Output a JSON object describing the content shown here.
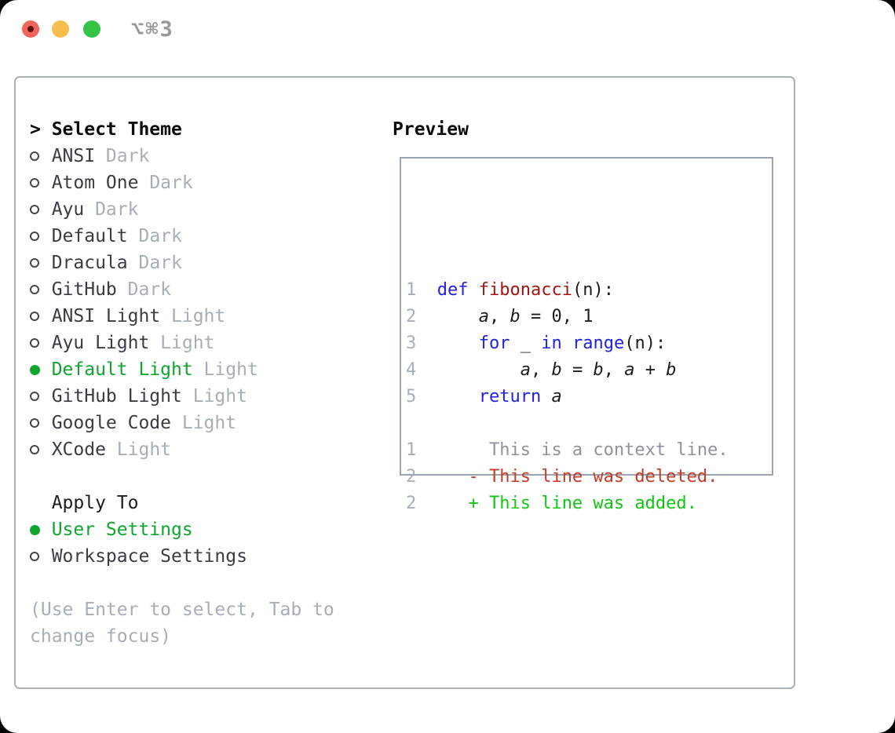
{
  "window": {
    "shortcut": "⌥⌘3",
    "traffic_lights": [
      {
        "name": "close",
        "color": "#f2655c"
      },
      {
        "name": "minimize",
        "color": "#f6be4f"
      },
      {
        "name": "zoom",
        "color": "#33c345"
      }
    ]
  },
  "colors": {
    "panel_border": "#a9b0ba",
    "preview_border": "#9aa3ae",
    "selected_green": "#0fa52e",
    "added_green": "#13c513",
    "deleted_red": "#c43b28",
    "keyword_blue": "#2020e8",
    "function_red": "#a41511",
    "muted_gray": "#a6aeb8",
    "label_dark": "#383d45"
  },
  "theme_list": {
    "prompt": ">",
    "title": "Select Theme",
    "items": [
      {
        "label": "ANSI",
        "badge": "Dark",
        "selected": false
      },
      {
        "label": "Atom One",
        "badge": "Dark",
        "selected": false
      },
      {
        "label": "Ayu",
        "badge": "Dark",
        "selected": false
      },
      {
        "label": "Default",
        "badge": "Dark",
        "selected": false
      },
      {
        "label": "Dracula",
        "badge": "Dark",
        "selected": false
      },
      {
        "label": "GitHub",
        "badge": "Dark",
        "selected": false
      },
      {
        "label": "ANSI Light",
        "badge": "Light",
        "selected": false
      },
      {
        "label": "Ayu Light",
        "badge": "Light",
        "selected": false
      },
      {
        "label": "Default Light",
        "badge": "Light",
        "selected": true
      },
      {
        "label": "GitHub Light",
        "badge": "Light",
        "selected": false
      },
      {
        "label": "Google Code",
        "badge": "Light",
        "selected": false
      },
      {
        "label": "XCode",
        "badge": "Light",
        "selected": false
      }
    ]
  },
  "apply_to": {
    "title": "Apply To",
    "items": [
      {
        "label": "User Settings",
        "selected": true
      },
      {
        "label": "Workspace Settings",
        "selected": false
      }
    ]
  },
  "help": {
    "lines": [
      "(Use Enter to select, Tab to",
      "change focus)"
    ],
    "full_text": "(Use Enter to select, Tab to change focus)"
  },
  "preview": {
    "title": "Preview",
    "code_lines": [
      [
        {
          "t": "1",
          "c": "ln"
        },
        {
          "t": "  ",
          "c": "p"
        },
        {
          "t": "def",
          "c": "kw"
        },
        {
          "t": " ",
          "c": "p"
        },
        {
          "t": "fibonacci",
          "c": "fn"
        },
        {
          "t": "(n):",
          "c": "p"
        }
      ],
      [
        {
          "t": "2",
          "c": "ln"
        },
        {
          "t": "      ",
          "c": "p"
        },
        {
          "t": "a",
          "c": "var"
        },
        {
          "t": ", ",
          "c": "p"
        },
        {
          "t": "b",
          "c": "var"
        },
        {
          "t": " = 0, 1",
          "c": "p"
        }
      ],
      [
        {
          "t": "3",
          "c": "ln"
        },
        {
          "t": "      ",
          "c": "p"
        },
        {
          "t": "for",
          "c": "kw"
        },
        {
          "t": " _ ",
          "c": "p"
        },
        {
          "t": "in",
          "c": "kw"
        },
        {
          "t": " ",
          "c": "p"
        },
        {
          "t": "range",
          "c": "kw"
        },
        {
          "t": "(n):",
          "c": "p"
        }
      ],
      [
        {
          "t": "4",
          "c": "ln"
        },
        {
          "t": "          ",
          "c": "p"
        },
        {
          "t": "a",
          "c": "var"
        },
        {
          "t": ", ",
          "c": "p"
        },
        {
          "t": "b",
          "c": "var"
        },
        {
          "t": " = ",
          "c": "p"
        },
        {
          "t": "b",
          "c": "var"
        },
        {
          "t": ", ",
          "c": "p"
        },
        {
          "t": "a",
          "c": "var"
        },
        {
          "t": " + ",
          "c": "p"
        },
        {
          "t": "b",
          "c": "var"
        }
      ],
      [
        {
          "t": "5",
          "c": "ln"
        },
        {
          "t": "      ",
          "c": "p"
        },
        {
          "t": "return",
          "c": "kw"
        },
        {
          "t": " ",
          "c": "p"
        },
        {
          "t": "a",
          "c": "var"
        }
      ],
      [],
      [
        {
          "t": "1",
          "c": "ln"
        },
        {
          "t": "       ",
          "c": "p"
        },
        {
          "t": "This is a context line.",
          "c": "ctx"
        }
      ],
      [
        {
          "t": "2",
          "c": "ln"
        },
        {
          "t": "     ",
          "c": "p"
        },
        {
          "t": "- This line was deleted.",
          "c": "del"
        }
      ],
      [
        {
          "t": "2",
          "c": "ln"
        },
        {
          "t": "     ",
          "c": "p"
        },
        {
          "t": "+ This line was added.",
          "c": "add"
        }
      ]
    ]
  }
}
